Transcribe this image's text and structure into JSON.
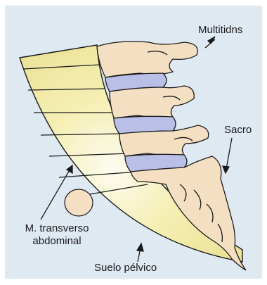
{
  "labels": {
    "multifidus": "Multitidns",
    "sacro": "Sacro",
    "transverso": "M. transverso abdominal",
    "suelo": "Suelo pélvico"
  },
  "colors": {
    "background": "#dfe9f2",
    "muscle_fill": "#f1eba6",
    "bone_fill": "#f4dfc2",
    "disc_fill": "#b9bfe6",
    "outline": "#1a1a1a"
  }
}
